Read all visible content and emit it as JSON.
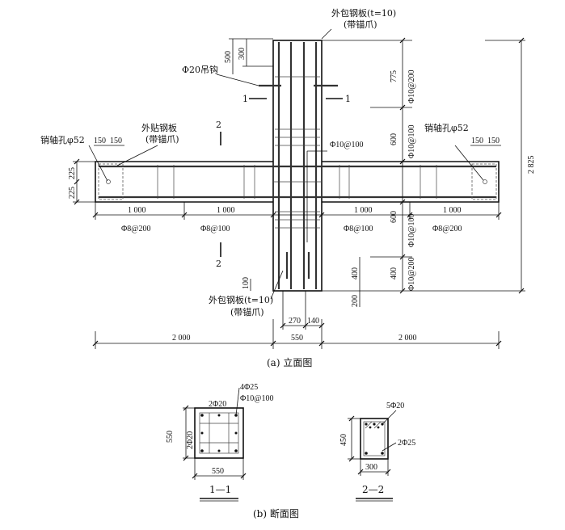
{
  "elevation": {
    "caption": "(a) 立面图",
    "top_plate_label_1": "外包钢板(t=10)",
    "top_plate_label_2": "(带锚爪)",
    "bottom_plate_label_1": "外包钢板(t=10)",
    "bottom_plate_label_2": "(带锚爪)",
    "hook_label": "Φ20吊钩",
    "left_plate_label_1": "外贴钢板",
    "left_plate_label_2": "(带锚爪)",
    "pin_left": "销轴孔φ52",
    "pin_right": "销轴孔φ52",
    "section_1": "1",
    "section_2": "2",
    "dims": {
      "d500": "500",
      "d300": "300",
      "d775": "775",
      "d600a": "600",
      "d600b": "600",
      "d400a": "400",
      "d400b": "400",
      "d100": "100",
      "d200": "200",
      "d150": "150",
      "d225": "225",
      "d1000": "1 000",
      "d2000": "2 000",
      "d550": "550",
      "d270": "270",
      "d140": "140",
      "d2825": "2 825"
    },
    "rebar": {
      "r10_200": "Φ10@200",
      "r10_100": "Φ10@100",
      "r8_200": "Φ8@200",
      "r8_100": "Φ8@100"
    }
  },
  "sections": {
    "caption": "(b) 断面图",
    "s1": {
      "name": "1—1",
      "top_rebar": "4Φ25",
      "stirrup": "Φ10@100",
      "inner_top": "2Φ20",
      "inner_side": "2Φ20",
      "width": "550",
      "height": "550"
    },
    "s2": {
      "name": "2—2",
      "top_rebar": "5Φ20",
      "bottom_rebar": "2Φ25",
      "width": "300",
      "height": "450"
    }
  }
}
